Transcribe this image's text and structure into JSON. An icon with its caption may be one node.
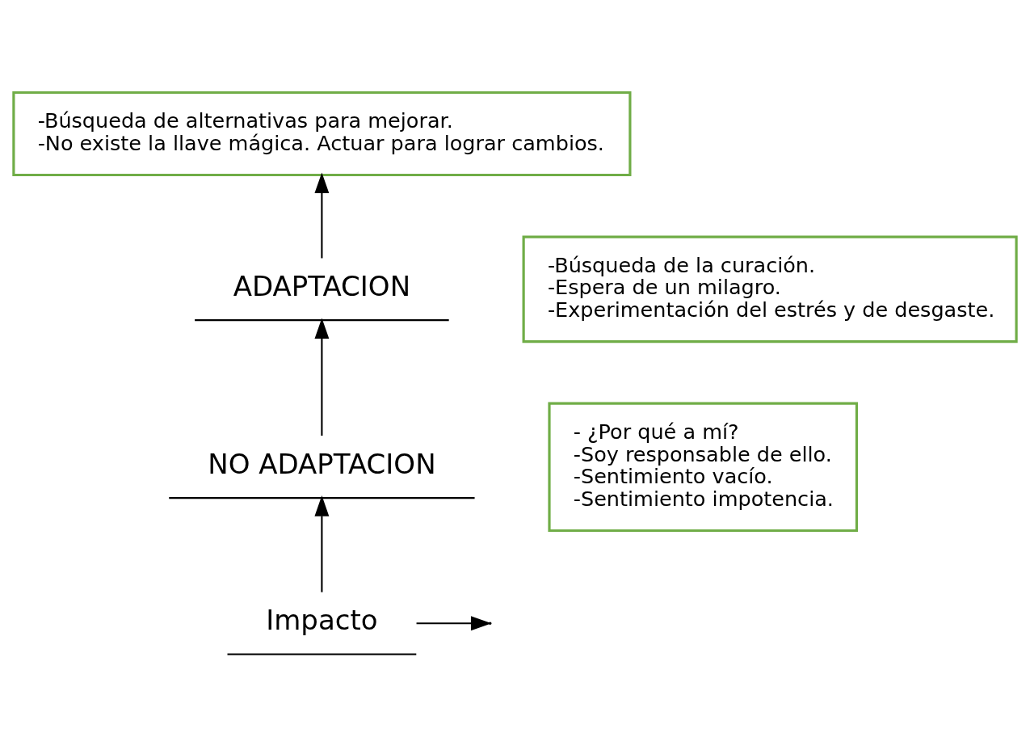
{
  "diagram": {
    "nodes": [
      {
        "text": [
          "Impacto"
        ]
      },
      {
        "text": [
          "NO ADAPTACION"
        ]
      },
      {
        "text": [
          "- ¿Por qué a mí?",
          "-Soy responsable de ello.",
          "-Sentimiento vacío.",
          "-Sentimiento impotencia."
        ]
      },
      {
        "text": [
          "ADAPTACION"
        ]
      },
      {
        "text": [
          "-Búsqueda de la curación.",
          "-Espera de un milagro.",
          "-Experimentación del estrés y de desgaste."
        ]
      },
      {
        "text": [
          "-Búsqueda de alternativas para mejorar.",
          "-No existe la llave mágica. Actuar para lograr cambios."
        ]
      }
    ],
    "edges": [
      {
        "from": 0,
        "to": null,
        "arrow": "to"
      },
      {
        "from": 0,
        "to": 1,
        "arrow": "to"
      },
      {
        "from": 1,
        "to": 3,
        "arrow": "to"
      },
      {
        "from": 3,
        "to": 5,
        "arrow": "to"
      }
    ]
  }
}
